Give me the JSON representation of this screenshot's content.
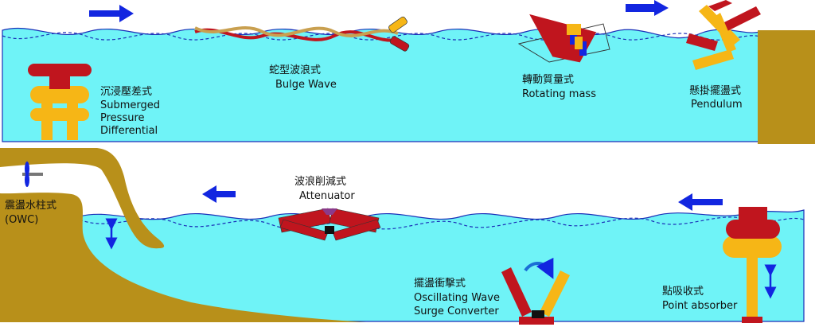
{
  "colors": {
    "water": "#6ff3f7",
    "water_line": "#1a2fb8",
    "land": "#b8901a",
    "red": "#c0151e",
    "yellow": "#f6b616",
    "blue_arrow": "#1226e0",
    "white": "#ffffff"
  },
  "devices": {
    "submerged": {
      "zh": "沉浸壓差式",
      "en1": "Submerged",
      "en2": "Pressure",
      "en3": "Differential"
    },
    "bulge": {
      "zh": "蛇型波浪式",
      "en1": "Bulge Wave"
    },
    "rotating": {
      "zh": "轉動質量式",
      "en1": "Rotating mass"
    },
    "pendulum": {
      "zh": "懸掛擺盪式",
      "en1": "Pendulum"
    },
    "owc": {
      "zh": "震盪水柱式",
      "en1": "(OWC)"
    },
    "attenuator": {
      "zh": "波浪削減式",
      "en1": "Attenuator"
    },
    "oscillating": {
      "zh": "擺盪衝擊式",
      "en1": "Oscillating Wave",
      "en2": "Surge Converter"
    },
    "point": {
      "zh": "點吸收式",
      "en1": "Point absorber"
    }
  },
  "icons": {
    "wave_direction_top": "right-arrow-icon",
    "wave_direction_bottom": "left-arrow-icon",
    "vertical_motion": "double-vertical-arrow-icon",
    "rotation": "curved-arrow-icon",
    "turbine": "turbine-icon"
  }
}
